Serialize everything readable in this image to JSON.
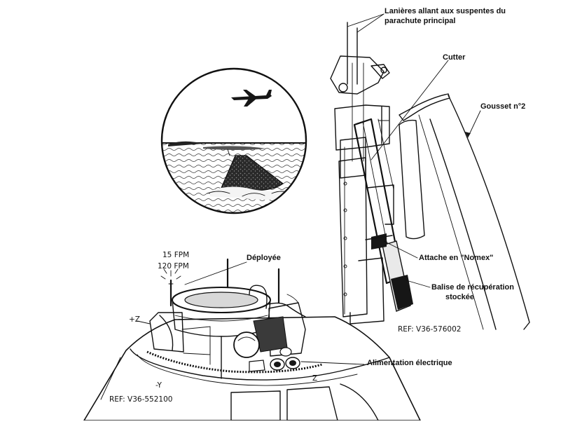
{
  "diagram": {
    "labels": {
      "lanyards": "Lanières allant aux suspentes du parachute principal",
      "lanyards_line1": "Lanières allant aux suspentes du",
      "lanyards_line2": "parachute principal",
      "cutter": "Cutter",
      "gusset": "Gousset n°2",
      "nomex": "Attache en \"Nomex\"",
      "beacon_line1": "Balise de récupération",
      "beacon_line2": "stockée",
      "ref_right": "REF: V36-576002",
      "fpm_15": "15 FPM",
      "fpm_120": "120 FPM",
      "deployed": "Déployée",
      "plus_z": "+Z",
      "minus_y": "-Y",
      "minus_z": "Z",
      "power": "Alimentation électrique",
      "ref_left": "REF: V36-552100"
    }
  }
}
